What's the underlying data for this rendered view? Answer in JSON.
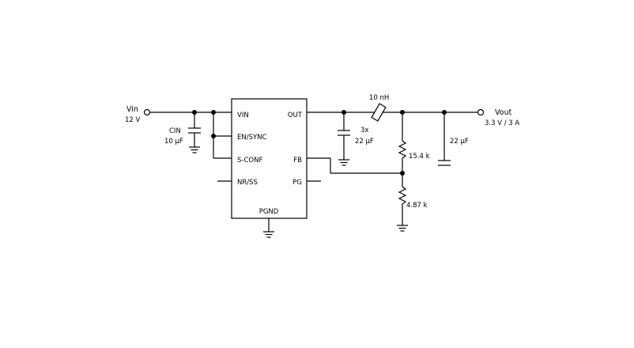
{
  "input": {
    "name": "Vin",
    "value": "12 V"
  },
  "output": {
    "name": "Vout",
    "value": "3.3 V / 3 A"
  },
  "cin": {
    "name": "CIN",
    "value": "10 µF"
  },
  "inductor": {
    "value": "10 nH"
  },
  "cout1": {
    "count": "3x",
    "value": "22 µF"
  },
  "cout2": {
    "value": "22 µF"
  },
  "r_top": {
    "value": "15.4 k"
  },
  "r_bottom": {
    "value": "4.87 k"
  },
  "ic": {
    "pins_left": [
      "VIN",
      "EN/SYNC",
      "S-CONF",
      "NR/SS"
    ],
    "pins_right": [
      "OUT",
      "FB",
      "PG"
    ],
    "pin_bottom": "PGND"
  }
}
